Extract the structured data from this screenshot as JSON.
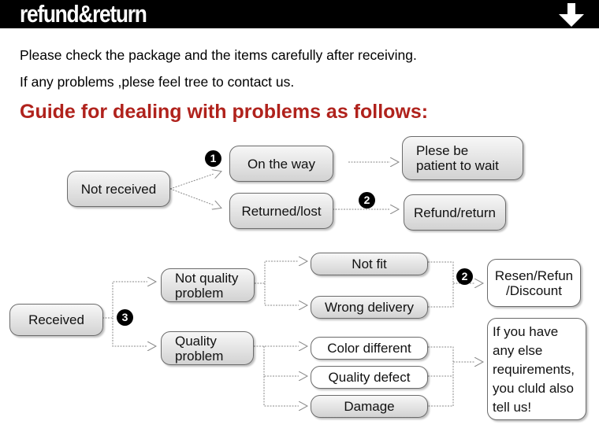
{
  "header": {
    "title": "refund&return",
    "icon": "down-arrow-icon"
  },
  "intro": {
    "line1": "Please check the package and the items carefully after receiving.",
    "line2": "If any problems ,plese feel tree to contact us."
  },
  "guide_title": "Guide for dealing with problems as follows:",
  "colors": {
    "guide_title": "#b0221c",
    "header_background": "#000000",
    "box_border": "#6b6b6b"
  },
  "nodes": {
    "not_received": "Not received",
    "on_the_way": "On the way",
    "please_wait": "Plese be\npatient to wait",
    "returned_lost": "Returned/lost",
    "refund_return": "Refund/return",
    "received": "Received",
    "not_quality_problem": "Not quality\nproblem",
    "quality_problem": "Quality\nproblem",
    "not_fit": "Not fit",
    "wrong_delivery": "Wrong delivery",
    "color_different": "Color different",
    "quality_defect": "Quality defect",
    "damage": "Damage",
    "resend_refund_discount": "Resen/Refun\n/Discount",
    "other_requirements": "If you have\nany else\nrequirements,\nyou cluld also\ntell us!"
  },
  "markers": {
    "m1": "1",
    "m2": "2",
    "m3": "2",
    "m4": "3"
  },
  "edges": [
    {
      "from": "Not received",
      "to": "On the way"
    },
    {
      "from": "Not received",
      "to": "Returned/lost"
    },
    {
      "from": "On the way",
      "to": "Plese be patient to wait"
    },
    {
      "from": "Returned/lost",
      "to": "Refund/return"
    },
    {
      "from": "Received",
      "to": "Not quality problem"
    },
    {
      "from": "Received",
      "to": "Quality problem"
    },
    {
      "from": "Not quality problem",
      "to": "Not fit"
    },
    {
      "from": "Not quality problem",
      "to": "Wrong delivery"
    },
    {
      "from": "Quality problem",
      "to": "Color different"
    },
    {
      "from": "Quality problem",
      "to": "Quality defect"
    },
    {
      "from": "Quality problem",
      "to": "Damage"
    },
    {
      "from": "Not fit",
      "to": "Resen/Refun /Discount"
    },
    {
      "from": "Wrong delivery",
      "to": "Resen/Refun /Discount"
    },
    {
      "from": "Color different",
      "to": "If you have any else requirements"
    },
    {
      "from": "Quality defect",
      "to": "If you have any else requirements"
    },
    {
      "from": "Damage",
      "to": "If you have any else requirements"
    }
  ]
}
